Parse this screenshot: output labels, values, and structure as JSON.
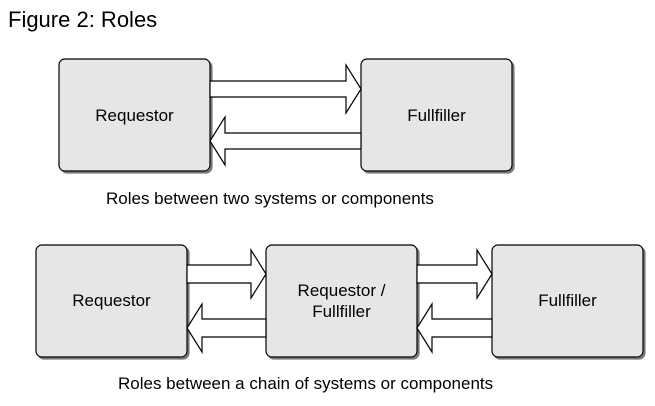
{
  "title": "Figure 2: Roles",
  "diagrams": [
    {
      "nodes": [
        {
          "label": "Requestor"
        },
        {
          "label": "Fullfiller"
        }
      ],
      "caption": "Roles between two systems or components"
    },
    {
      "nodes": [
        {
          "label": "Requestor"
        },
        {
          "label_line1": "Requestor /",
          "label_line2": "Fullfiller"
        },
        {
          "label": "Fullfiller"
        }
      ],
      "caption": "Roles between a chain of systems or components"
    }
  ],
  "colors": {
    "box_fill": "#e6e6e6",
    "stroke": "#000000",
    "arrow_fill": "#ffffff"
  }
}
